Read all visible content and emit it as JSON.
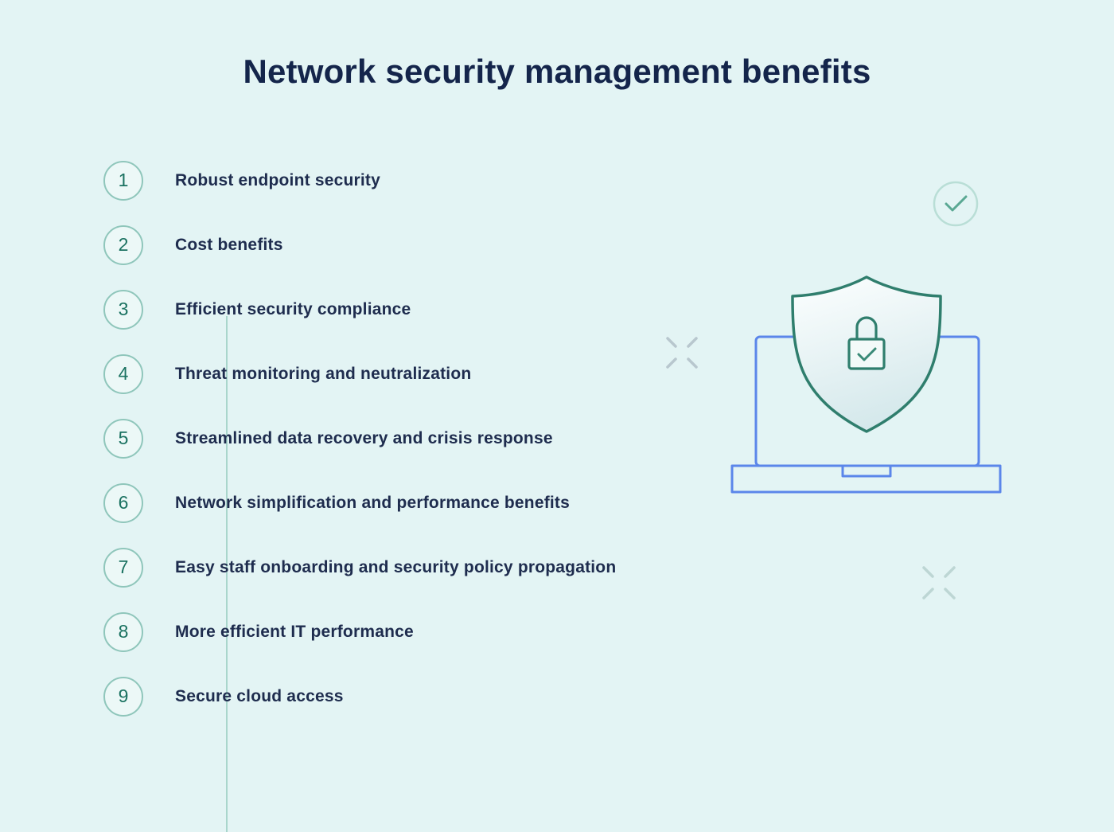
{
  "page": {
    "title": "Network security management benefits"
  },
  "list": {
    "items": [
      {
        "number": "1",
        "label": "Robust endpoint security"
      },
      {
        "number": "2",
        "label": "Cost benefits"
      },
      {
        "number": "3",
        "label": "Efficient security compliance"
      },
      {
        "number": "4",
        "label": "Threat monitoring and neutralization"
      },
      {
        "number": "5",
        "label": "Streamlined data recovery and crisis response"
      },
      {
        "number": "6",
        "label": "Network simplification and performance benefits"
      },
      {
        "number": "7",
        "label": "Easy staff onboarding and security policy propagation"
      },
      {
        "number": "8",
        "label": "More efficient IT performance"
      },
      {
        "number": "9",
        "label": "Secure cloud access"
      }
    ]
  },
  "illustration": {
    "icons": [
      "laptop-icon",
      "shield-icon",
      "lock-icon",
      "check-circle-icon",
      "sparkle-icon"
    ]
  },
  "colors": {
    "background": "#e3f4f4",
    "title_text": "#14254b",
    "item_text": "#1e2c4e",
    "badge_border": "#8fc6bb",
    "badge_number": "#1b7261",
    "connector_line": "#a9d6cc",
    "laptop_stroke": "#5b86ea",
    "shield_stroke": "#2f7e6d",
    "check_circle_stroke": "#b9ded6",
    "check_stroke": "#5aa893",
    "sparkle_gray": "#b8c7ce",
    "sparkle_teal": "#bdd6d4"
  }
}
